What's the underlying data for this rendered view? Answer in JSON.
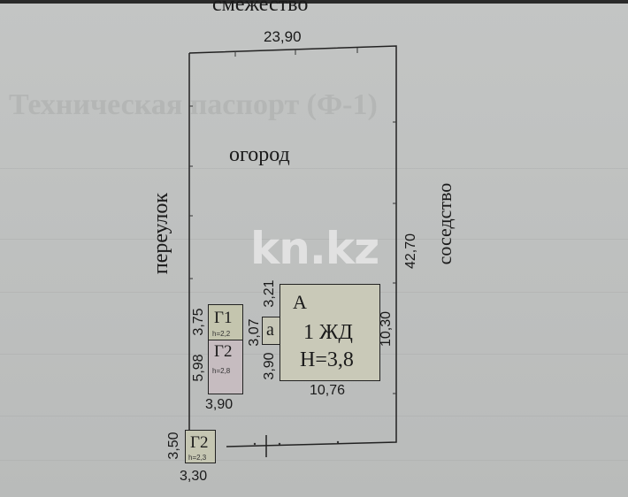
{
  "plan": {
    "border_labels": {
      "top": "смежество",
      "left": "переулок",
      "right": "соседство"
    },
    "area_label": "огород",
    "watermark": "kn.kz",
    "dimensions": {
      "top_width": "23,90",
      "right_length": "42,70",
      "house_right": "10,30",
      "house_bottom": "10,76",
      "house_upper_left": "3,21",
      "house_lower_left": "3,90",
      "porch_height": "3,07",
      "g1_height": "3,75",
      "g2_height": "5,98",
      "g_block_width": "3,90",
      "corner_g2_height": "3,50",
      "corner_g2_width": "3,30"
    },
    "buildings": {
      "main": {
        "letter": "А",
        "name": "1 ЖД",
        "height": "Н=3,8"
      },
      "porch": {
        "letter": "а"
      },
      "g1": {
        "name": "Г1",
        "height": "h=2,2"
      },
      "g2": {
        "name": "Г2",
        "height": "h=2,8"
      },
      "corner_g2": {
        "name": "Г2",
        "height": "h=2,3"
      }
    }
  },
  "colors": {
    "background": "#c0c2c1",
    "line": "#222222",
    "building_fill": "#c9c9b8",
    "g2_fill": "#c6bcc0"
  }
}
